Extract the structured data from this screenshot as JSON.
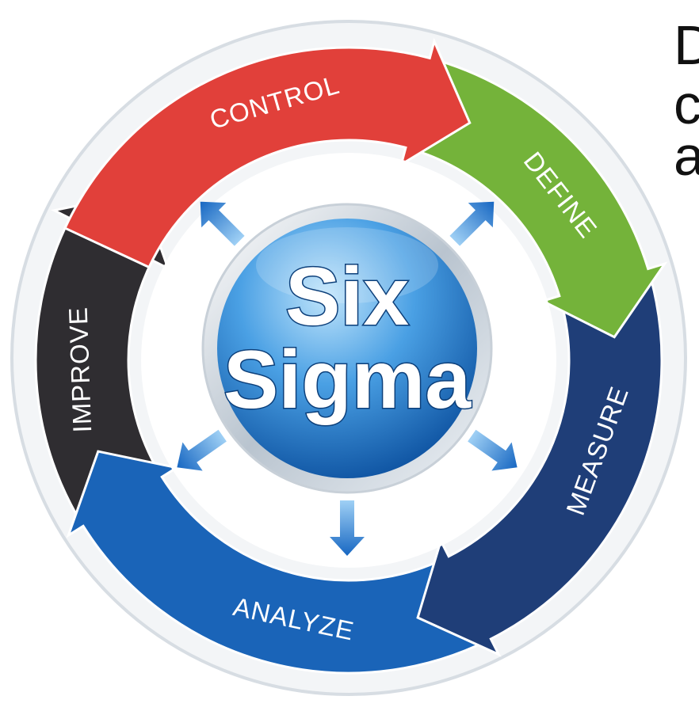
{
  "diagram": {
    "center": {
      "line1": "Six",
      "line2": "Sigma"
    },
    "cycle": [
      {
        "key": "control",
        "label": "CONTROL",
        "color": "#e1403a"
      },
      {
        "key": "define",
        "label": "DEFINE",
        "color": "#74b33a"
      },
      {
        "key": "measure",
        "label": "MEASURE",
        "color": "#1f3e78"
      },
      {
        "key": "analyze",
        "label": "ANALYZE",
        "color": "#1a64b8"
      },
      {
        "key": "improve",
        "label": "IMPROVE",
        "color": "#2f2d31"
      }
    ],
    "side_text": [
      "D",
      "c",
      "a"
    ]
  }
}
